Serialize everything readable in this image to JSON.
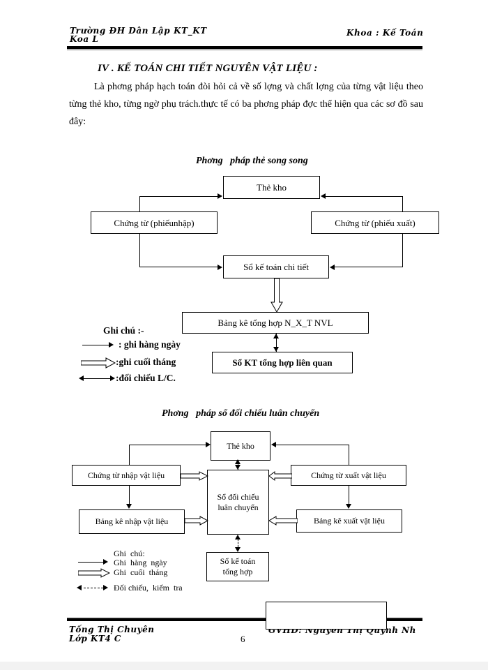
{
  "header": {
    "left": "Trường  ĐH  Dân Lập KT_KT\nKoa L",
    "right": "Khoa : Kế Toán"
  },
  "section": {
    "title": "IV . KẾ TOÁN CHI TIẾT NGUYÊN VẬT LIỆU :",
    "paragraph": "Là phơng   pháp hạch toán đòi hỏi cả về số lợng   và chất lợng   của từng vật liệu theo từng thẻ kho, từng ngờ   phụ trách.thực tế có ba phơng   pháp đợc thể hiện qua các sơ đồ sau đây:"
  },
  "diagram1": {
    "title": "Phơng   pháp thẻ song song",
    "boxes": {
      "the_kho": "Thẻ kho",
      "chung_tu_nhap": "Chứng từ (phiếunhập)",
      "chung_tu_xuat": "Chứng từ (phiếu xuất)",
      "so_ke_toan": "Sổ kế toán chi tiết",
      "bang_ke": "Bảng kê tổng hợp N_X_T  NVL",
      "so_kt": "Sổ KT tổng hợp liên quan"
    },
    "legend": {
      "heading": "Ghi chú :-",
      "daily": ": ghi hàng ngày",
      "monthly": ":ghi cuối tháng",
      "reconcile": ":đối chiếu L/C."
    }
  },
  "diagram2": {
    "title": "Phơng   pháp sổ đối chiếu luân chuyển",
    "boxes": {
      "the_kho": "Thẻ  kho",
      "chung_tu_nhap": "Chứng từ nhập  vật liệu",
      "chung_tu_xuat": "Chứng từ xuất  vật liệu",
      "bang_ke_nhap": "Bảng kê nhập vật liệu",
      "bang_ke_xuat": "Bảng kê xuất vật liệu",
      "so_doi_chieu": "Sổ đối chiếu\nluân  chuyển",
      "so_ke_toan": "Sổ kế toán\ntổng hợp"
    },
    "legend": {
      "heading": "Ghi  chú:",
      "daily": "Ghi  hàng  ngày",
      "monthly": "Ghi  cuối  tháng",
      "reconcile": "Đối chiếu,  kiểm  tra"
    }
  },
  "footer": {
    "left": "Tống Thị Chuyên\nLớp KT4 C",
    "right": "GVHD: Nguyễn Thị Quỳnh Nh",
    "page": "6"
  }
}
